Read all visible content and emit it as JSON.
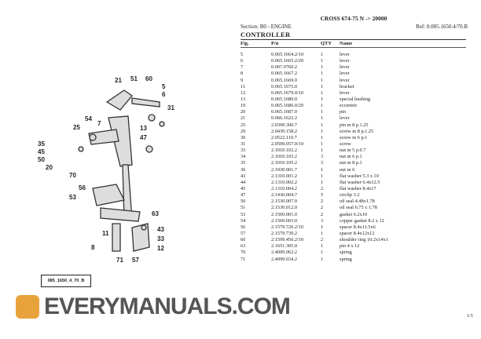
{
  "header": {
    "title": "CROSS 674-75 N -> 20000",
    "section": "Section: B0 - ENGINE",
    "ref": "Ref: 0.085.1650.4/70.B",
    "group": "CONTROLLER"
  },
  "columns": [
    "Fig.",
    "P/n",
    "QTY",
    "Name"
  ],
  "rows": [
    [
      "5",
      "0.065.1664.2/10",
      "1",
      "lever"
    ],
    [
      "6",
      "0.065.1665.2/20",
      "1",
      "lever"
    ],
    [
      "7",
      "0.007.0760.2",
      "1",
      "lever"
    ],
    [
      "8",
      "0.065.1667.2",
      "1",
      "lever"
    ],
    [
      "9",
      "0.065.1669.0",
      "1",
      "lever"
    ],
    [
      "11",
      "0.065.1675.0",
      "1",
      "bracket"
    ],
    [
      "12",
      "0.065.1679.0/10",
      "1",
      "lever"
    ],
    [
      "13",
      "0.065.1680.0",
      "1",
      "special bushing"
    ],
    [
      "19",
      "0.065.1686.0/20",
      "1",
      "eccentric"
    ],
    [
      "20",
      "0.065.1687.0",
      "1",
      "pin"
    ],
    [
      "21",
      "0.066.1622.2",
      "1",
      "lever"
    ],
    [
      "25",
      "2.0399.300.7",
      "1",
      "pin m 8 p.1.25"
    ],
    [
      "29",
      "2.0439.158.2",
      "1",
      "screw m 8 p.1.25"
    ],
    [
      "30",
      "2.0522.110.7",
      "1",
      "screw m 6 p.1"
    ],
    [
      "31",
      "2.0599.057.0/10",
      "1",
      "screw"
    ],
    [
      "33",
      "2.1010.102.2",
      "1",
      "nut m 5 p.0.7"
    ],
    [
      "34",
      "2.1010.103.2",
      "3",
      "nut m 6 p.1"
    ],
    [
      "35",
      "2.1010.105.2",
      "3",
      "nut m 8 p.1"
    ],
    [
      "36",
      "2.1030.001.7",
      "1",
      "nut m 6"
    ],
    [
      "43",
      "2.1310.001.2",
      "1",
      "flat washer 5.3 x 10"
    ],
    [
      "44",
      "2.1310.002.2",
      "1",
      "flat washer 6.4x12.5"
    ],
    [
      "45",
      "2.1310.004.2",
      "2",
      "flat washer 8.4x17"
    ],
    [
      "47",
      "2.1430.004.7",
      "5",
      "circlip 3.2"
    ],
    [
      "50",
      "2.1530.007.0",
      "2",
      "oil seal 4.48x1.78"
    ],
    [
      "51",
      "2.1530.012.0",
      "2",
      "oil seal 6.75 x 1.78"
    ],
    [
      "53",
      "2.1560.001.0",
      "2",
      "gasket 6.2x10"
    ],
    [
      "54",
      "2.1560.003.0",
      "3",
      "copper gasket 8.2 x 12"
    ],
    [
      "56",
      "2.1579.726.2/10",
      "1",
      "spacer 8.4x11.5x6"
    ],
    [
      "57",
      "2.1579.730.2",
      "1",
      "spacer 8.4x12x12"
    ],
    [
      "60",
      "2.1599.456.2/10",
      "2",
      "shoulder ring 10.2x14x1"
    ],
    [
      "63",
      "2.1651.305.0",
      "1",
      "pin 4 x 12"
    ],
    [
      "70",
      "2.4099.062.2",
      "1",
      "spring"
    ],
    [
      "71",
      "2.4099.034.2",
      "1",
      "spring"
    ]
  ],
  "diagram": {
    "label": "085_1650_4_70_B",
    "callouts": [
      "21",
      "51",
      "60",
      "5",
      "6",
      "31",
      "13",
      "47",
      "54",
      "25",
      "7",
      "35",
      "45",
      "50",
      "20",
      "70",
      "56",
      "53",
      "11",
      "63",
      "8",
      "71",
      "57",
      "43",
      "12",
      "33"
    ]
  },
  "watermark": "EVERYMANUALS.COM",
  "page": "1/1"
}
